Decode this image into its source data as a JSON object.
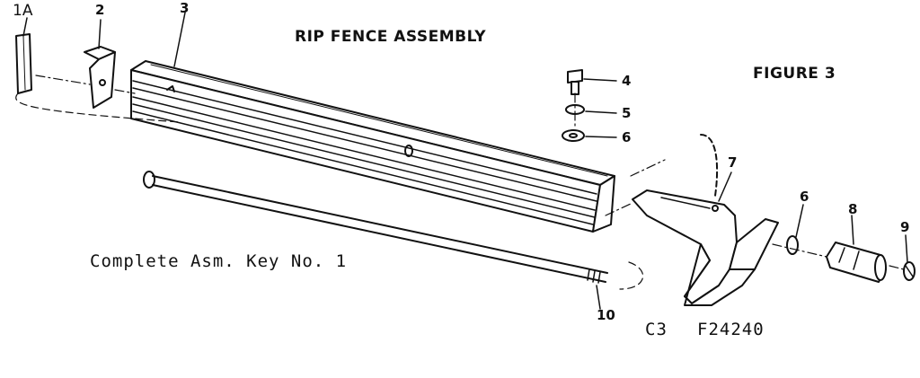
{
  "diagram": {
    "title": "RIP FENCE ASSEMBLY",
    "figure": "FIGURE 3",
    "note": "Complete Asm. Key No. 1",
    "code_left": "C3",
    "code_right": "F24240",
    "callouts": {
      "c1a": "1A",
      "c2": "2",
      "c3": "3",
      "c4": "4",
      "c5": "5",
      "c6a": "6",
      "c6b": "6",
      "c7": "7",
      "c8": "8",
      "c9": "9",
      "c10": "10"
    }
  }
}
